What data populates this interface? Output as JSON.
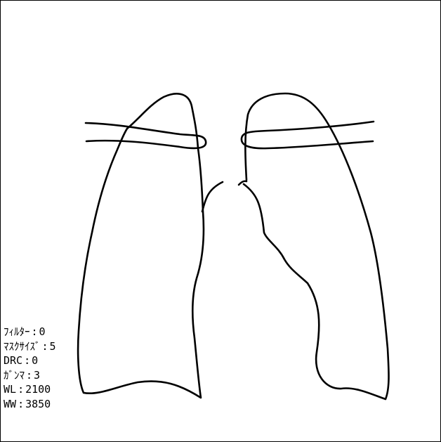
{
  "params": [
    {
      "label": "ﾌｨﾙﾀｰ",
      "value": "0"
    },
    {
      "label": "ﾏｽｸｻｲｽﾞ",
      "value": "5"
    },
    {
      "label": "DRC",
      "value": "0"
    },
    {
      "label": "ｶﾞﾝﾏ",
      "value": "3"
    },
    {
      "label": "WL",
      "value": "2100"
    },
    {
      "label": "WW",
      "value": "3850"
    }
  ],
  "separator": ":",
  "colors": {
    "background": "#ffffff",
    "line": "#000000"
  }
}
